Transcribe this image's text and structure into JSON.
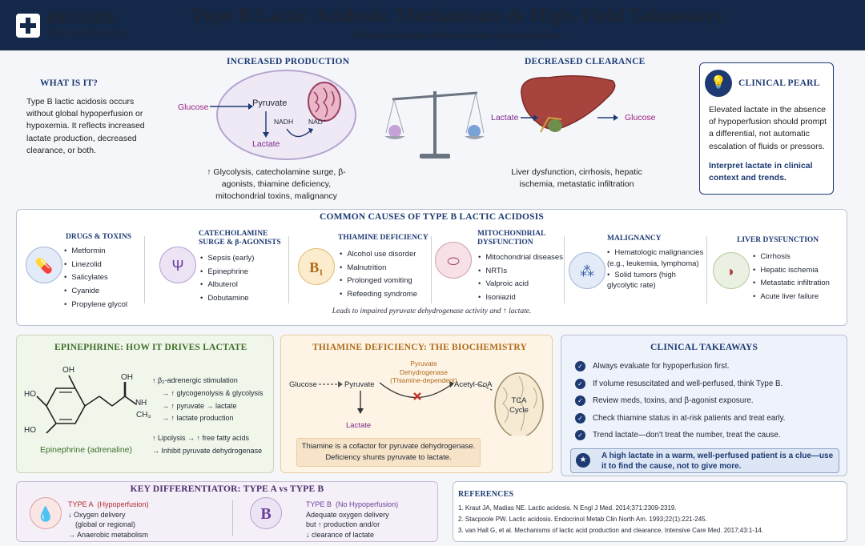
{
  "header": {
    "logo_line1": "BEDSIDE",
    "logo_line2": "REFERENCE",
    "title": "Type B Lactic Acidosis: Mechanisms & High-Yield Takeaways",
    "subtitle": "Elevated lactate without tissue hypoperfusion"
  },
  "what": {
    "heading": "WHAT IS IT?",
    "text": "Type B lactic acidosis occurs without global hypoperfusion or hypoxemia. It reflects increased lactate production, decreased clearance, or both."
  },
  "production": {
    "heading": "INCREASED PRODUCTION",
    "glucose": "Glucose",
    "pyruvate": "Pyruvate",
    "nadh": "NADH",
    "nad": "NAD⁺",
    "lactate": "Lactate",
    "caption": "↑ Glycolysis, catecholamine surge, β-agonists, thiamine deficiency, mitochondrial toxins, malignancy"
  },
  "clearance": {
    "heading": "DECREASED CLEARANCE",
    "lactate": "Lactate",
    "glucose": "Glucose",
    "caption": "Liver dysfunction, cirrhosis, hepatic ischemia, metastatic infiltration"
  },
  "pearl": {
    "heading": "CLINICAL PEARL",
    "text": "Elevated lactate in the absence of hypoperfusion should prompt a differential, not automatic escalation of fluids or pressors.",
    "bold": "Interpret lactate in clinical context and trends."
  },
  "causes": {
    "heading": "COMMON CAUSES OF TYPE B LACTIC ACIDOSIS",
    "note": "Leads to impaired pyruvate dehydrogenase activity and ↑ lactate.",
    "columns": [
      {
        "title": "DRUGS & TOXINS",
        "items": [
          "Metformin",
          "Linezolid",
          "Salicylates",
          "Cyanide",
          "Propylene glycol"
        ]
      },
      {
        "title": "CATECHOLAMINE SURGE & β-AGONISTS",
        "items": [
          "Sepsis (early)",
          "Epinephrine",
          "Albuterol",
          "Dobutamine"
        ]
      },
      {
        "title": "THIAMINE DEFICIENCY",
        "items": [
          "Alcohol use disorder",
          "Malnutrition",
          "Prolonged vomiting",
          "Refeeding syndrome"
        ]
      },
      {
        "title": "MITOCHONDRIAL DYSFUNCTION",
        "items": [
          "Mitochondrial diseases",
          "NRTIs",
          "Valproic acid",
          "Isoniazid"
        ]
      },
      {
        "title": "MALIGNANCY",
        "items": [
          "Hematologic malignancies (e.g., leukemia, lymphoma)",
          "Solid tumors (high glycolytic rate)"
        ]
      },
      {
        "title": "LIVER DYSFUNCTION",
        "items": [
          "Cirrhosis",
          "Hepatic ischemia",
          "Metastatic infiltration",
          "Acute liver failure"
        ]
      }
    ],
    "b1_label": "B₁"
  },
  "epi": {
    "heading": "EPINEPHRINE: HOW IT DRIVES LACTATE",
    "name": "Epinephrine (adrenaline)",
    "oh1": "OH",
    "oh2": "OH",
    "ho1": "HO",
    "ho2": "HO",
    "nh": "N",
    "h": "H",
    "ch3": "CH₃",
    "effects": [
      "↑ β₂-adrenergic stimulation",
      "→ ↑ glycogenolysis & glycolysis",
      "→ ↑ pyruvate → lactate",
      "→ ↑ lactate production",
      "↑ Lipolysis → ↑ free fatty acids",
      "→ Inhibit pyruvate dehydrogenase"
    ]
  },
  "thiamine": {
    "heading": "THIAMINE DEFICIENCY: THE BIOCHEMISTRY",
    "glucose": "Glucose",
    "pyruvate": "Pyruvate",
    "enzyme1": "Pyruvate",
    "enzyme2": "Dehydrogenase",
    "enzyme3": "(Thiamine-dependent)",
    "acetyl": "Acetyl-CoA",
    "tca1": "TCA",
    "tca2": "Cycle",
    "lactate": "Lactate",
    "note": "Thiamine is a cofactor for pyruvate dehydrogenase. Deficiency shunts pyruvate to lactate."
  },
  "takeaways": {
    "heading": "CLINICAL TAKEAWAYS",
    "items": [
      "Always evaluate for hypoperfusion first.",
      "If volume resuscitated and well-perfused, think Type B.",
      "Review meds, toxins, and β-agonist exposure.",
      "Check thiamine status in at-risk patients and treat early.",
      "Trend lactate—don't treat the number, treat the cause."
    ],
    "callout": "A high lactate in a warm, well-perfused patient is a clue—use it to find the cause, not to give more."
  },
  "diff": {
    "heading": "KEY DIFFERENTIATOR: TYPE A vs TYPE B",
    "a_title": "TYPE A",
    "a_sub": "(Hypoperfusion)",
    "a_lines": [
      "↓ Oxygen delivery",
      "(global or regional)",
      "→ Anaerobic metabolism"
    ],
    "b_icon": "B",
    "b_title": "TYPE B",
    "b_sub": "(No Hypoperfusion)",
    "b_lines": [
      "Adequate oxygen delivery",
      "but ↑ production and/or",
      "↓ clearance of lactate"
    ]
  },
  "refs": {
    "heading": "REFERENCES",
    "items": [
      "1.  Kraut JA, Madias NE. Lactic acidosis. N Engl J Med. 2014;371:2309-2319.",
      "2.  Stacpoole PW. Lactic acidosis. Endocrinol Metab Clin North Am. 1993;22(1):221-245.",
      "3.  van Hall G, et al. Mechanisms of lactic acid production and clearance. Intensive Care Med. 2017;43:1-14."
    ]
  }
}
